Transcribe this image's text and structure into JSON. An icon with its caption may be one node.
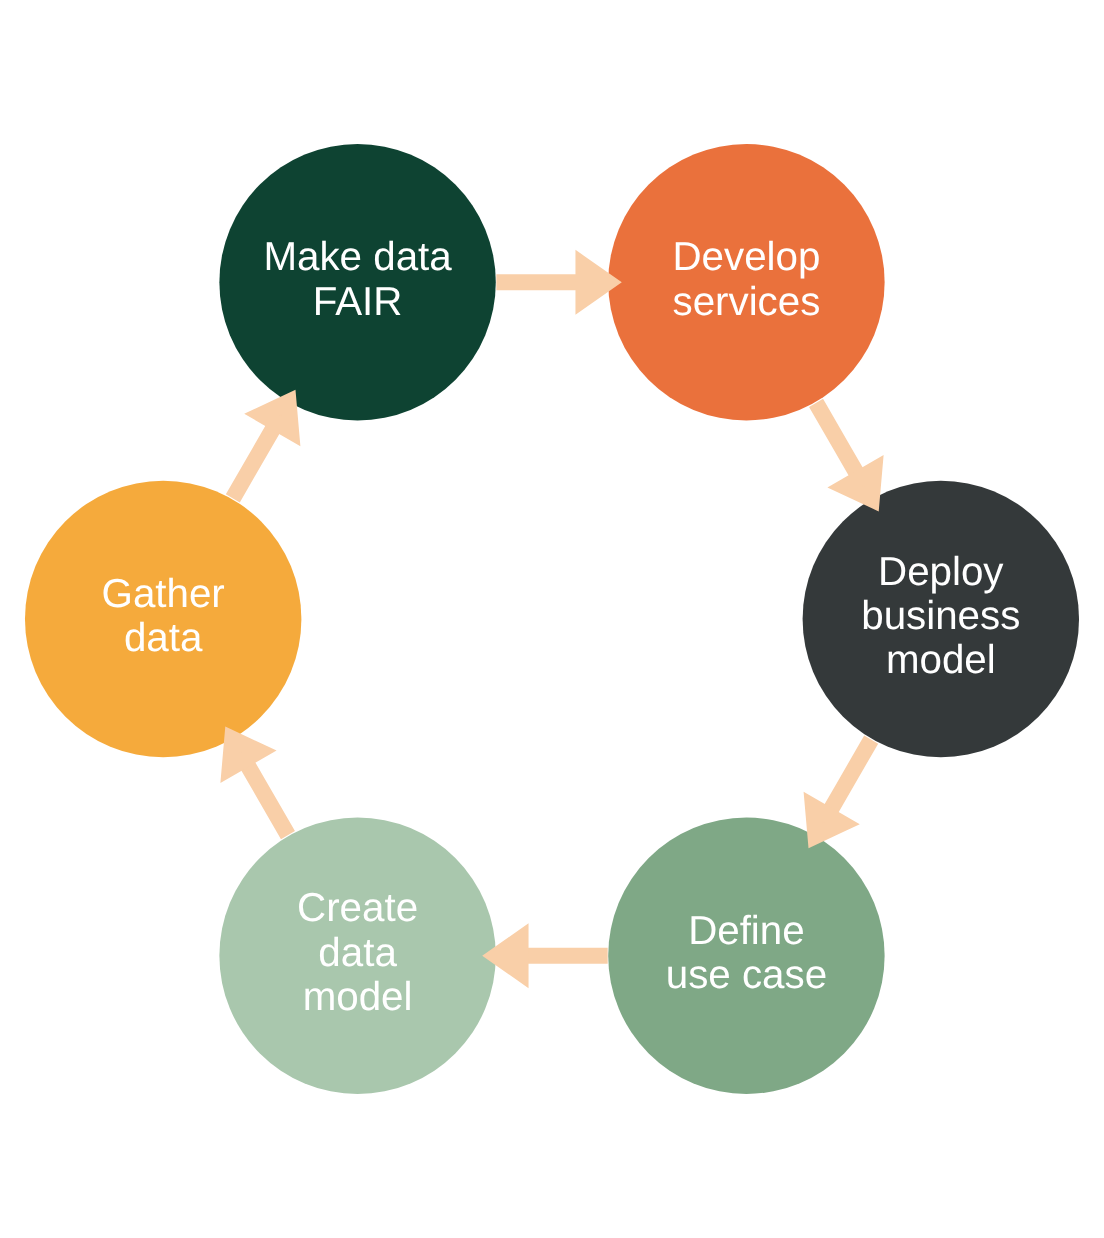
{
  "diagram": {
    "nodes": [
      {
        "text": [
          "Define use case"
        ]
      },
      {
        "text": [
          "Create data model"
        ]
      },
      {
        "text": [
          "Gather data"
        ]
      },
      {
        "text": [
          "Make data FAIR"
        ]
      },
      {
        "text": [
          "Develop services"
        ]
      },
      {
        "text": [
          "Deploy business model"
        ]
      }
    ],
    "edges": [
      {
        "from": 0,
        "to": 1,
        "arrow": "to"
      },
      {
        "from": 1,
        "to": 2,
        "arrow": "to"
      },
      {
        "from": 2,
        "to": 3,
        "arrow": "to"
      },
      {
        "from": 3,
        "to": 4,
        "arrow": "to"
      },
      {
        "from": 4,
        "to": 5,
        "arrow": "to"
      },
      {
        "from": 5,
        "to": 0,
        "arrow": "to"
      }
    ]
  }
}
